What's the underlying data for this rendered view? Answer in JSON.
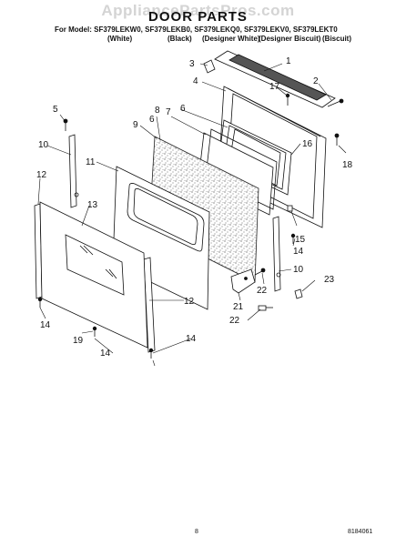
{
  "header": {
    "watermark": "AppliancePartsPros.com",
    "title": "DOOR PARTS",
    "models_line": "For Model: SF379LEKW0, SF379LEKB0, SF379LEKQ0, SF379LEKV0, SF379LEKT0",
    "colors": [
      "(White)",
      "(Black)",
      "(Designer White)",
      "(Designer Biscuit)",
      "(Biscuit)"
    ]
  },
  "callouts": [
    "1",
    "2",
    "3",
    "4",
    "5",
    "6",
    "7",
    "8",
    "9",
    "10",
    "11",
    "12",
    "13",
    "14",
    "15",
    "16",
    "17",
    "18",
    "19",
    "21",
    "22",
    "23"
  ],
  "footer": {
    "page_number": "8",
    "document_number": "8184061"
  }
}
